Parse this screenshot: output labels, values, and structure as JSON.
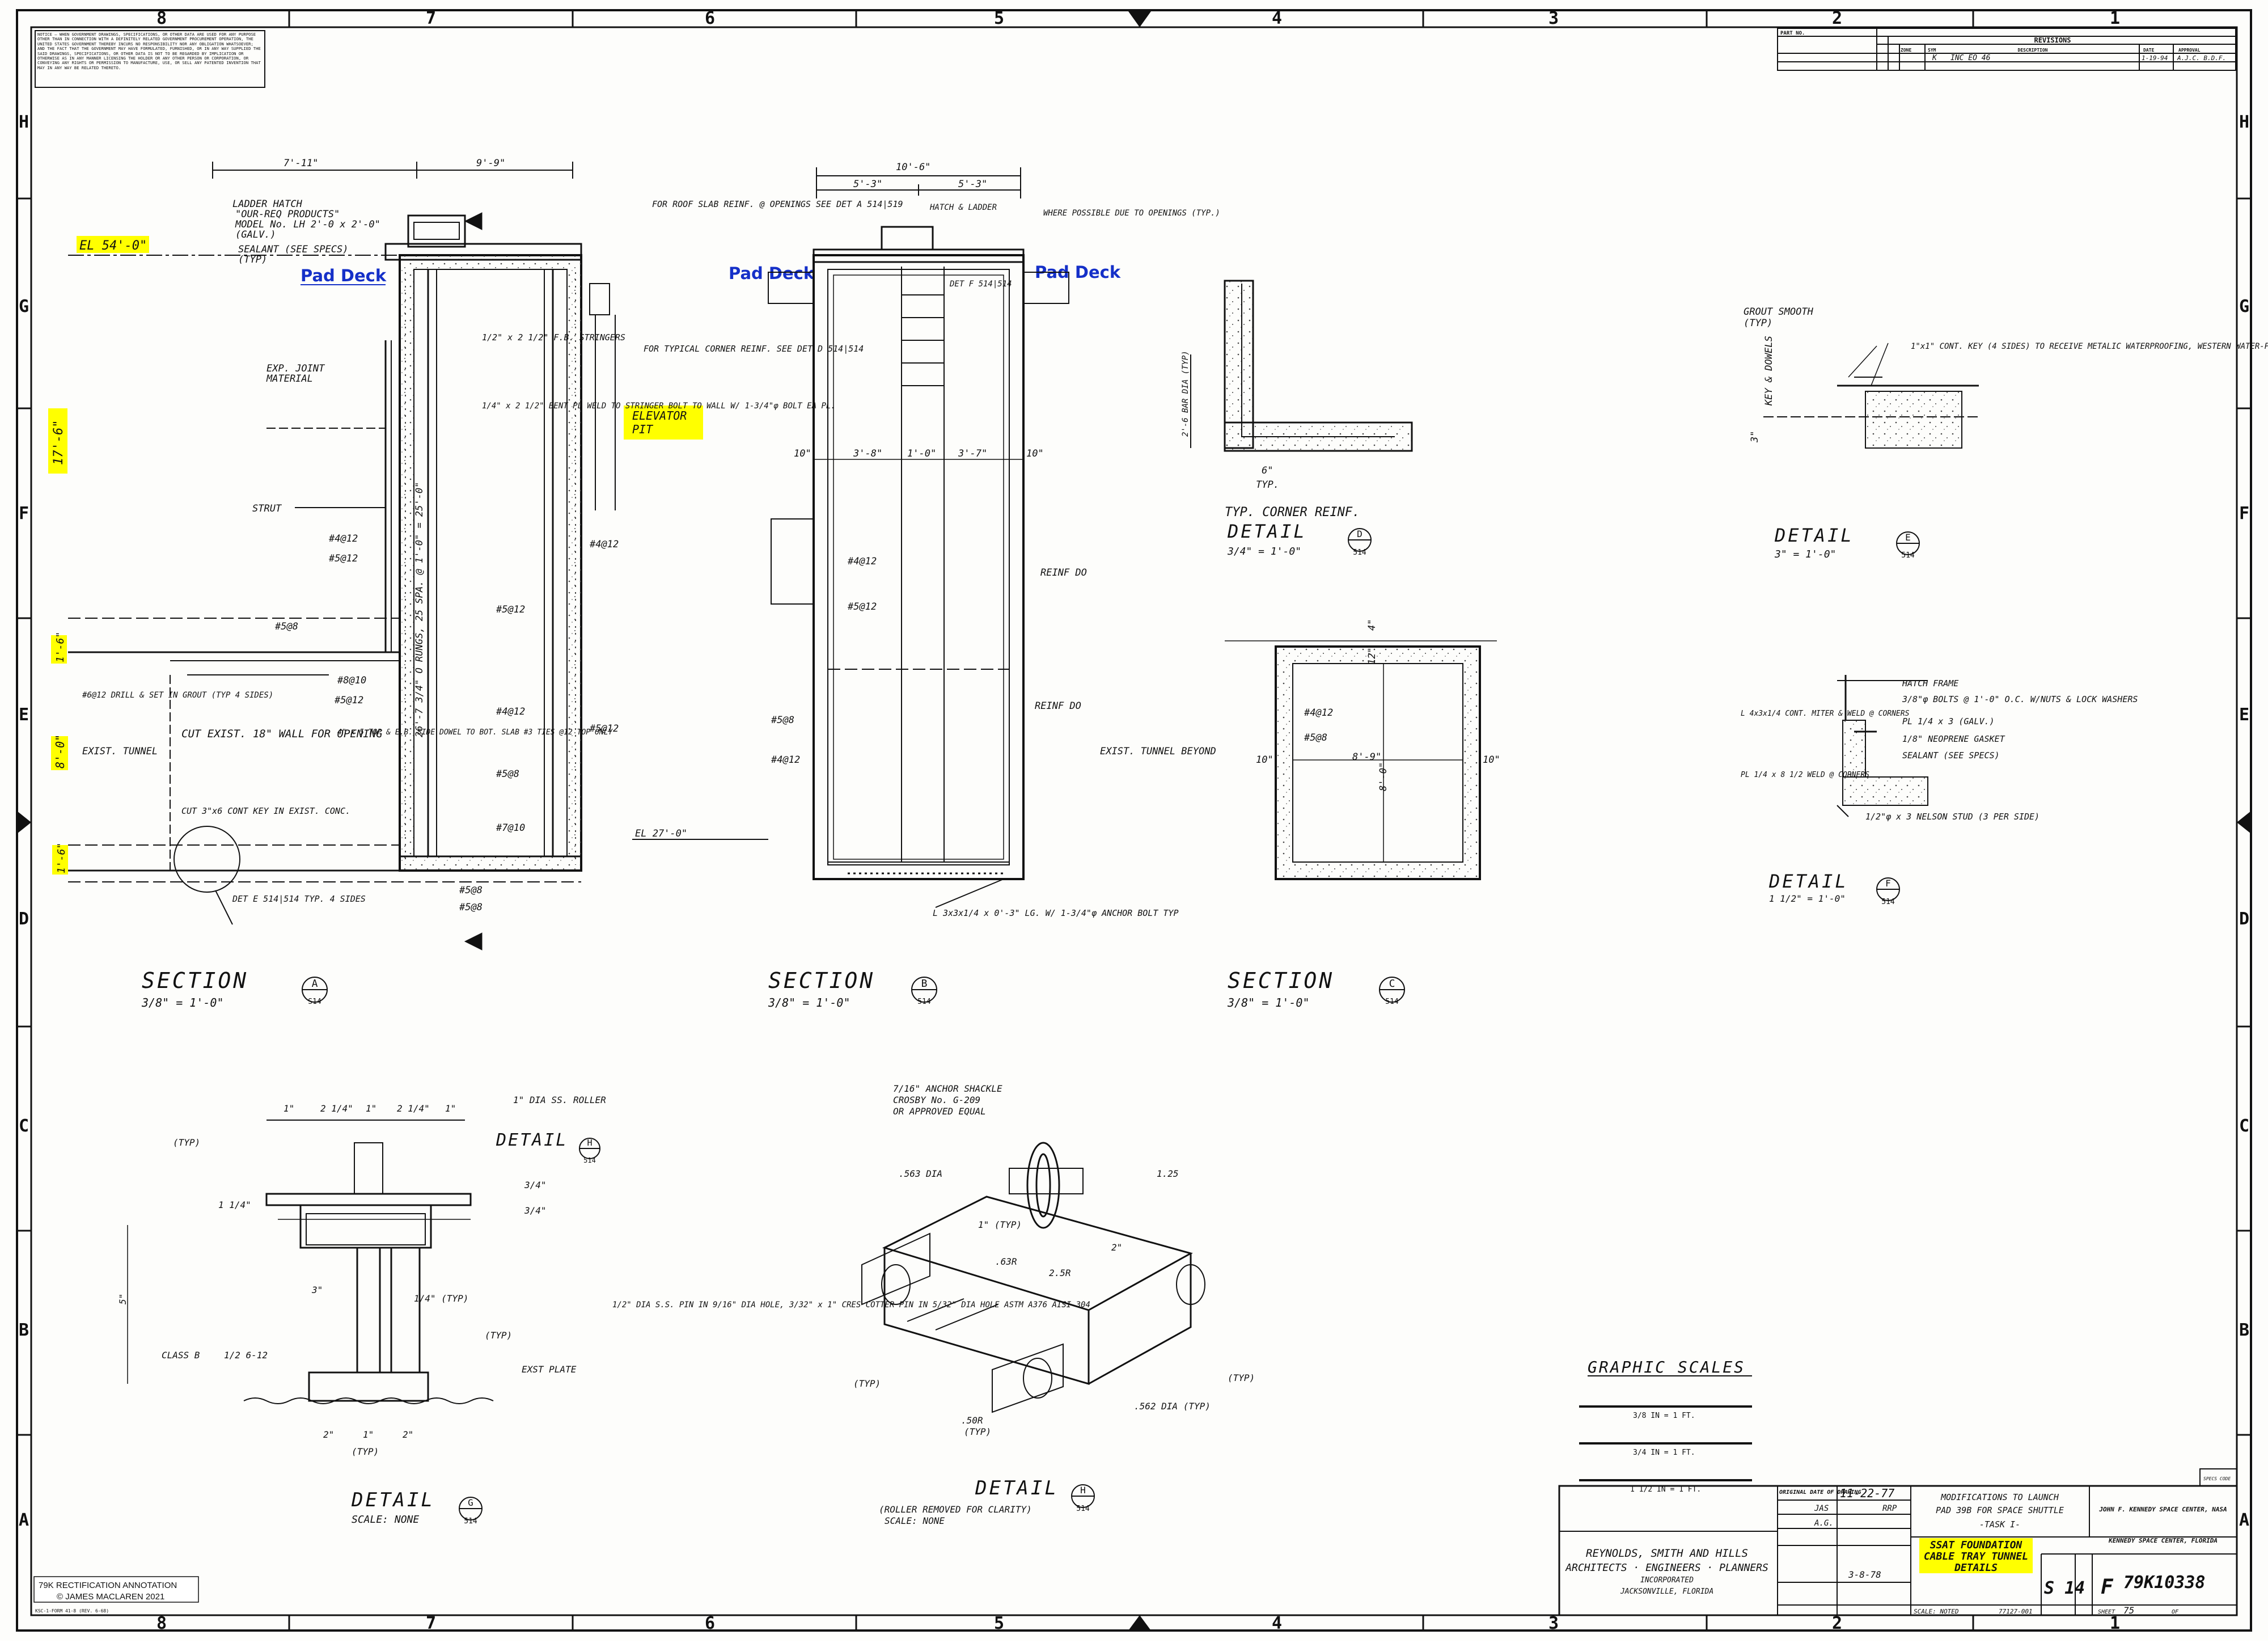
{
  "border": {
    "columns": [
      "8",
      "7",
      "6",
      "5",
      "4",
      "3",
      "2",
      "1"
    ],
    "rows": [
      "H",
      "G",
      "F",
      "E",
      "D",
      "C",
      "B",
      "A"
    ]
  },
  "notice": "NOTICE — WHEN GOVERNMENT DRAWINGS, SPECIFICATIONS, OR OTHER DATA ARE USED FOR ANY PURPOSE OTHER THAN IN CONNECTION WITH A DEFINITELY RELATED GOVERNMENT PROCUREMENT OPERATION, THE UNITED STATES GOVERNMENT THEREBY INCURS NO RESPONSIBILITY NOR ANY OBLIGATION WHATSOEVER; AND THE FACT THAT THE GOVERNMENT MAY HAVE FORMULATED, FURNISHED, OR IN ANY WAY SUPPLIED THE SAID DRAWINGS, SPECIFICATIONS, OR OTHER DATA IS NOT TO BE REGARDED BY IMPLICATION OR OTHERWISE AS IN ANY MANNER LICENSING THE HOLDER OR ANY OTHER PERSON OR CORPORATION, OR CONVEYING ANY RIGHTS OR PERMISSION TO MANUFACTURE, USE, OR SELL ANY PATENTED INVENTION THAT MAY IN ANY WAY BE RELATED THERETO.",
  "revisions": {
    "part_no": "PART NO.",
    "title": "REVISIONS",
    "cols": [
      "ZONE",
      "SYM",
      "DESCRIPTION",
      "DATE",
      "APPROVAL"
    ],
    "row": {
      "sym": "K",
      "description": "INC EO 46",
      "date": "1-19-94",
      "approval": "A.J.C. B.D.F."
    }
  },
  "labels": {
    "pad_deck": "Pad Deck",
    "elevator_pit": [
      "ELEVATOR",
      "PIT"
    ],
    "el_54": "EL 54'-0\"",
    "el_27": "EL 27'-0\"",
    "dim_17_6": "17'-6\"",
    "dim_1_6_top": "1'-6\"",
    "dim_8_0": "8'-0\"",
    "dim_1_6_bot": "1'-6\""
  },
  "section_a": {
    "title": "SECTION",
    "scale": "3/8\" = 1'-0\"",
    "ref_letter": "A",
    "ref_sheet": "S14",
    "dims_top": [
      "7'-11\"",
      "9'-9\""
    ],
    "notes": [
      "LADDER HATCH",
      "\"OUR-REQ PRODUCTS\"",
      "MODEL No. LH 2'-0 x 2'-0\"",
      "(GALV.)",
      "SEALANT (SEE SPECS)",
      "(TYP)",
      "EXP. JOINT",
      "MATERIAL",
      "STRUT",
      "#4@12",
      "#5@12",
      "#5@8",
      "#8@10",
      "#5@12",
      "#6@12 DRILL & SET IN GROUT (TYP 4 SIDES)",
      "EXIST. TUNNEL",
      "CUT EXIST. 18\" WALL FOR OPENING",
      "CUT 3\"x6 CONT KEY IN EXIST. CONC.",
      "DET E 514|514 TYP. 4 SIDES",
      "FOR ROOF SLAB REINF. @ OPENINGS SEE DET A 514|519",
      "1/2\" x 2 1/2\" F.B. STRINGERS",
      "FOR TYPICAL CORNER REINF. SEE DET D 514|514",
      "1/4\" x 2 1/2\" BENT PL WELD TO STRINGER BOLT TO WALL W/ 1-3/4\"φ BOLT EA PL.",
      "26'-7 3/4\" O RUNGS, 25 SPA. @ 1'-0\" = 25'-0\"",
      "4\" x 5 TOP & E.B. SIDE DOWEL TO BOT. SLAB #3 TIES @12 TOP ONLY",
      "#4@12",
      "#5@12",
      "#4@12",
      "#5@12",
      "#5@8",
      "#7@10",
      "#5@8",
      "#5@8"
    ]
  },
  "section_b": {
    "title": "SECTION",
    "scale": "3/8\" = 1'-0\"",
    "ref_letter": "B",
    "ref_sheet": "514",
    "dims": [
      "10'-6\"",
      "5'-3\"",
      "5'-3\"",
      "3'-8\"",
      "1'-0\"",
      "3'-7\"",
      "10\"",
      "10\""
    ],
    "notes": [
      "HATCH & LADDER",
      "WHERE POSSIBLE DUE TO OPENINGS (TYP.)",
      "DET F 514|514",
      "#4@12",
      "#5@12",
      "REINF DO",
      "REINF DO",
      "#5@8",
      "#4@12",
      "EXIST. TUNNEL BEYOND",
      "L 3x3x1/4 x 0'-3\" LG. W/ 1-3/4\"φ ANCHOR BOLT TYP"
    ]
  },
  "section_c": {
    "title": "SECTION",
    "scale": "3/8\" = 1'-0\"",
    "ref_letter": "C",
    "ref_sheet": "514",
    "notes": [
      "#4@12",
      "#5@8",
      "8'-9\"",
      "8'-0\"",
      "10\"",
      "10\"",
      "12\"",
      "4\""
    ]
  },
  "detail_d": {
    "caption": "TYP. CORNER REINF.",
    "title": "DETAIL",
    "scale": "3/4\" = 1'-0\"",
    "ref_letter": "D",
    "ref_sheet": "514",
    "notes": [
      "2'-6 BAR DIA (TYP)",
      "6\"",
      "TYP."
    ]
  },
  "detail_e": {
    "title": "DETAIL",
    "scale": "3\" = 1'-0\"",
    "ref_letter": "E",
    "ref_sheet": "514",
    "notes": [
      "GROUT SMOOTH",
      "(TYP)",
      "1\"x1\" CONT. KEY (4 SIDES) TO RECEIVE METALIC WATERPROOFING, WESTERN WATER-PROOFING IRON COMPOUND OR APPROVED EQUAL",
      "KEY & DOWELS",
      "3\""
    ]
  },
  "detail_f": {
    "title": "DETAIL",
    "scale": "1 1/2\" = 1'-0\"",
    "ref_letter": "F",
    "ref_sheet": "514",
    "notes": [
      "HATCH FRAME",
      "3/8\"φ BOLTS @ 1'-0\" O.C. W/NUTS & LOCK WASHERS",
      "PL 1/4 x 3 (GALV.)",
      "L 4x3x1/4 CONT. MITER & WELD @ CORNERS",
      "1/8\" NEOPRENE GASKET",
      "SEALANT (SEE SPECS)",
      "PL 1/4 x 8 1/2 WELD @ CORNERS",
      "1/2\"φ x 3 NELSON STUD (3 PER SIDE)"
    ]
  },
  "detail_g": {
    "title": "DETAIL",
    "scale": "SCALE: NONE",
    "ref_letter": "G",
    "ref_sheet": "514",
    "notes": [
      "1\"",
      "2 1/4\"",
      "1\"",
      "2 1/4\"",
      "1\"",
      "1\" DIA SS. ROLLER",
      "(TYP)",
      "1 1/4\"",
      "3/4\"",
      "3/4\"",
      "3\"",
      "1/4\" (TYP)",
      "5\"",
      "CLASS B",
      "1/2 6-12",
      "(TYP)",
      "EXST PLATE",
      "2\"",
      "1\"",
      "2\"",
      "(TYP)",
      "1/2\" DIA S.S. PIN IN 9/16\" DIA HOLE, 3/32\" x 1\" CRES COTTER PIN IN 5/32\" DIA HOLE ASTM A376 AISI 304"
    ]
  },
  "detail_h": {
    "title": "DETAIL",
    "note": "(ROLLER REMOVED FOR CLARITY)",
    "scale": "SCALE: NONE",
    "ref_letter": "H",
    "ref_sheet": "514",
    "notes": [
      "7/16\" ANCHOR SHACKLE",
      "CROSBY No. G-209",
      "OR APPROVED EQUAL",
      ".563 DIA",
      "1\" (TYP)",
      ".63R",
      "2.5R",
      "2\"",
      "1.25",
      ".50R",
      "(TYP)",
      "(TYP)",
      ".562 DIA (TYP)",
      "(TYP)"
    ]
  },
  "graphic_scales": {
    "title": "GRAPHIC SCALES",
    "items": [
      "3/8 IN = 1 FT.",
      "3/4 IN = 1 FT.",
      "1 1/2 IN = 1 FT."
    ]
  },
  "title_block": {
    "original_date_label": "ORIGINAL DATE OF DRAWING",
    "original_date": "11-22-77",
    "drafted": "JAS",
    "checked": "RRP",
    "designed": "A.G.",
    "project": [
      "MODIFICATIONS TO LAUNCH",
      "PAD 39B FOR SPACE SHUTTLE",
      "-TASK I-"
    ],
    "agency": [
      "JOHN F. KENNEDY SPACE CENTER, NASA",
      "KENNEDY SPACE CENTER, FLORIDA"
    ],
    "drawing_title": [
      "SSAT FOUNDATION",
      "CABLE TRAY TUNNEL",
      "DETAILS"
    ],
    "firm": [
      "REYNOLDS, SMITH AND HILLS",
      "ARCHITECTS · ENGINEERS · PLANNERS",
      "INCORPORATED",
      "JACKSONVILLE, FLORIDA"
    ],
    "sheet_code": "S 14",
    "size_letter": "F",
    "drawing_no": "79K10338",
    "scale_label": "SCALE: NOTED",
    "file_code": "77127-001",
    "sheet_label": "SHEET",
    "sheet_no": "75",
    "of": "OF",
    "specs_code": "SPECS CODE",
    "approved_date": "3-8-78"
  },
  "annotation": [
    "79K RECTIFICATION ANNOTATION",
    "© JAMES MACLAREN 2021"
  ],
  "form_code": "KSC-1-FORM 41-8 (REV. 6-68)"
}
